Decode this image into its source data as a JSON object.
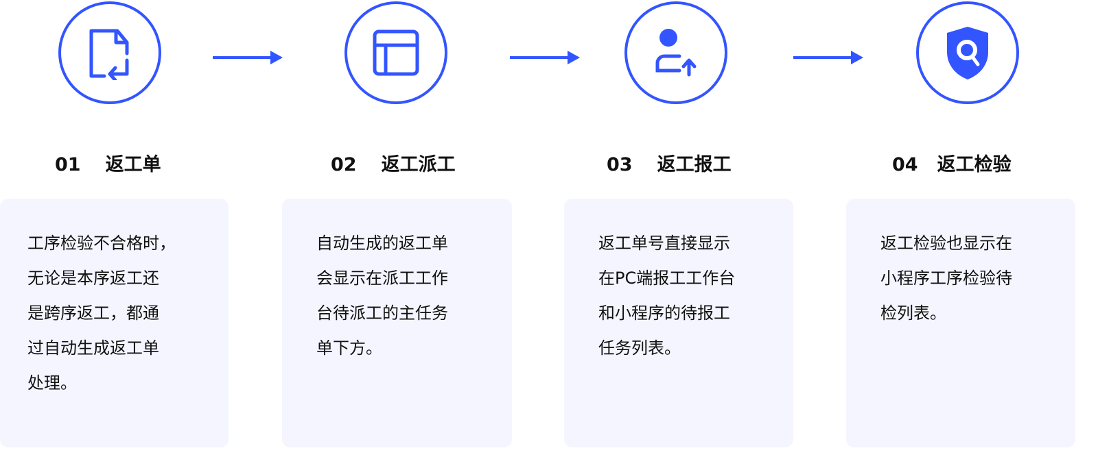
{
  "accent_color": "#3355ff",
  "card_color": "#f4f5fe",
  "steps": [
    {
      "number": "01",
      "title": "返工单",
      "icon": "document-return-icon",
      "lines": [
        "工序检验不合格时，",
        "无论是本序返工还",
        "是跨序返工，都通",
        "过自动生成返工单",
        "处理。"
      ]
    },
    {
      "number": "02",
      "title": "返工派工",
      "icon": "layout-panel-icon",
      "lines": [
        "自动生成的返工单",
        "会显示在派工工作",
        "台待派工的主任务",
        "单下方。"
      ]
    },
    {
      "number": "03",
      "title": "返工报工",
      "icon": "user-upload-icon",
      "lines": [
        "返工单号直接显示",
        "在PC端报工工作台",
        "和小程序的待报工",
        "任务列表。"
      ]
    },
    {
      "number": "04",
      "title": "返工检验",
      "icon": "shield-search-icon",
      "lines": [
        "返工检验也显示在",
        "小程序工序检验待",
        "检列表。"
      ]
    }
  ]
}
